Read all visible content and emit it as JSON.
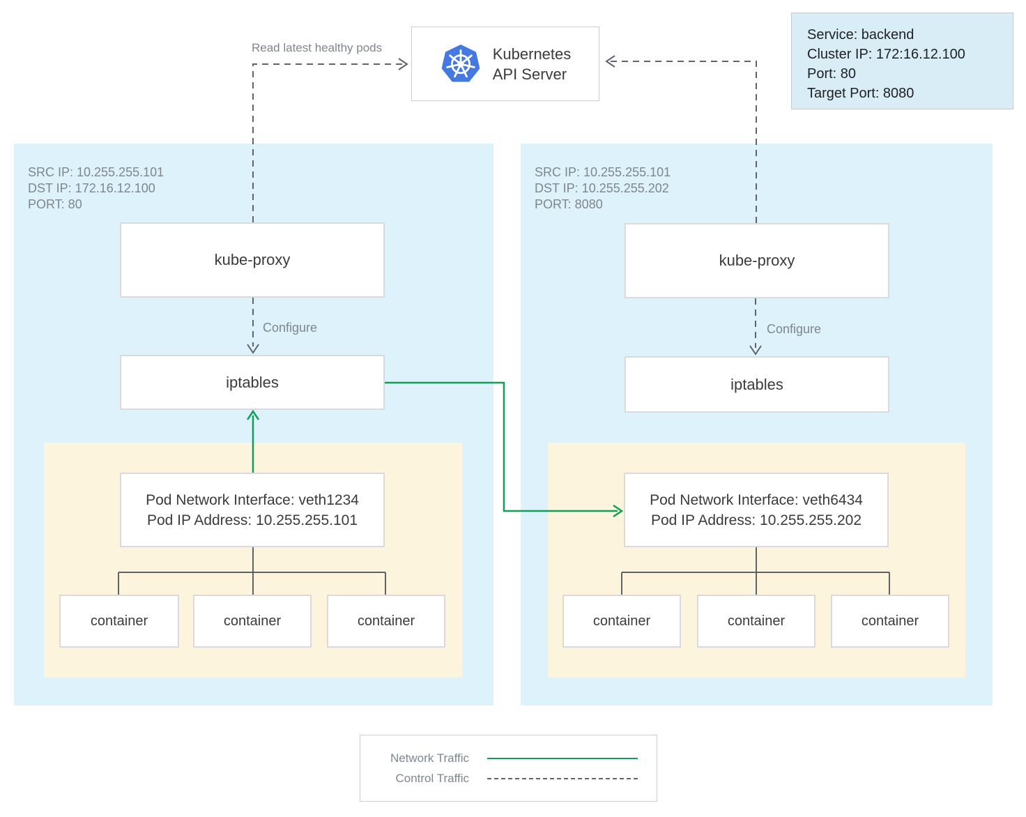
{
  "palette": {
    "node_bg": "#def2fb",
    "pod_bg": "#fcf4dd",
    "service_bg": "#d9edf7",
    "network_traffic_green": "#119e58",
    "control_traffic_gray": "#5f6368",
    "box_border_gray": "#dadada",
    "text_dark": "#3a3b3d",
    "text_gray": "#7f868c",
    "kubernetes_blue": "#4579e2"
  },
  "api_server": {
    "label_line1": "Kubernetes",
    "label_line2": "API Server",
    "icon": "kubernetes-helm-icon"
  },
  "service_card": {
    "line1": "Service: backend",
    "line2": "Cluster IP: 172:16.12.100",
    "line3": "Port: 80",
    "line4": "Target Port: 8080"
  },
  "labels": {
    "read_latest_healthy_pods": "Read latest healthy pods",
    "configure_left": "Configure",
    "configure_right": "Configure"
  },
  "nodes": [
    {
      "header_lines": [
        "SRC IP: 10.255.255.101",
        "DST IP: 172.16.12.100",
        "PORT: 80"
      ],
      "kube_proxy_label": "kube-proxy",
      "iptables_label": "iptables",
      "pod": {
        "line1": "Pod Network Interface: veth1234",
        "line2": "Pod IP Address: 10.255.255.101",
        "containers": [
          "container",
          "container",
          "container"
        ]
      }
    },
    {
      "header_lines": [
        "SRC IP: 10.255.255.101",
        "DST IP: 10.255.255.202",
        "PORT: 8080"
      ],
      "kube_proxy_label": "kube-proxy",
      "iptables_label": "iptables",
      "pod": {
        "line1": "Pod Network Interface: veth6434",
        "line2": "Pod IP Address: 10.255.255.202",
        "containers": [
          "container",
          "container",
          "container"
        ]
      }
    }
  ],
  "legend": {
    "network_label": "Network Traffic",
    "control_label": "Control Traffic"
  }
}
